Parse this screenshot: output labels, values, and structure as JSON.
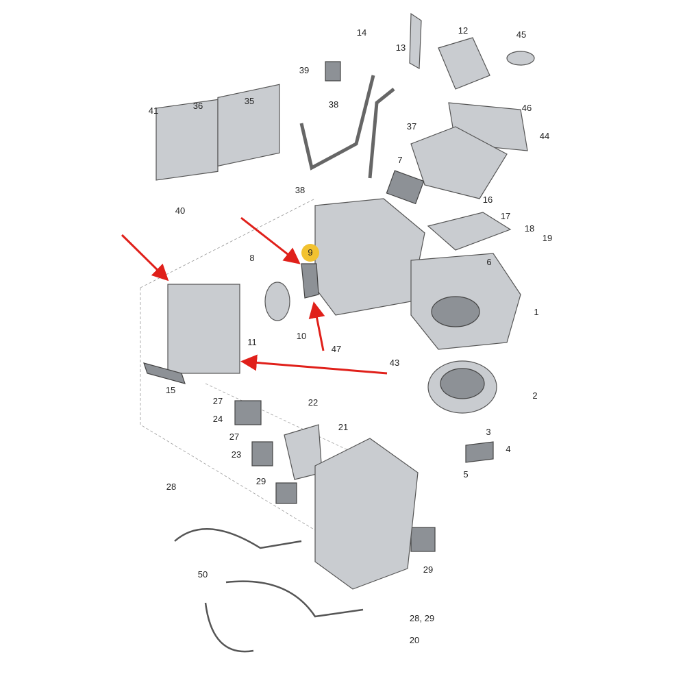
{
  "diagram": {
    "type": "exploded-parts-diagram",
    "highlight_color": "#f2c230",
    "arrow_color": "#e0201a",
    "highlighted_part": "9",
    "part_labels": [
      "14",
      "13",
      "12",
      "45",
      "39",
      "38",
      "36",
      "35",
      "41",
      "37",
      "46",
      "44",
      "7",
      "38",
      "40",
      "16",
      "17",
      "18",
      "19",
      "6",
      "8",
      "9",
      "1",
      "10",
      "11",
      "47",
      "43",
      "15",
      "2",
      "22",
      "27",
      "24",
      "21",
      "3",
      "27",
      "4",
      "23",
      "5",
      "28",
      "29",
      "29",
      "50",
      "28, 29",
      "20"
    ]
  }
}
